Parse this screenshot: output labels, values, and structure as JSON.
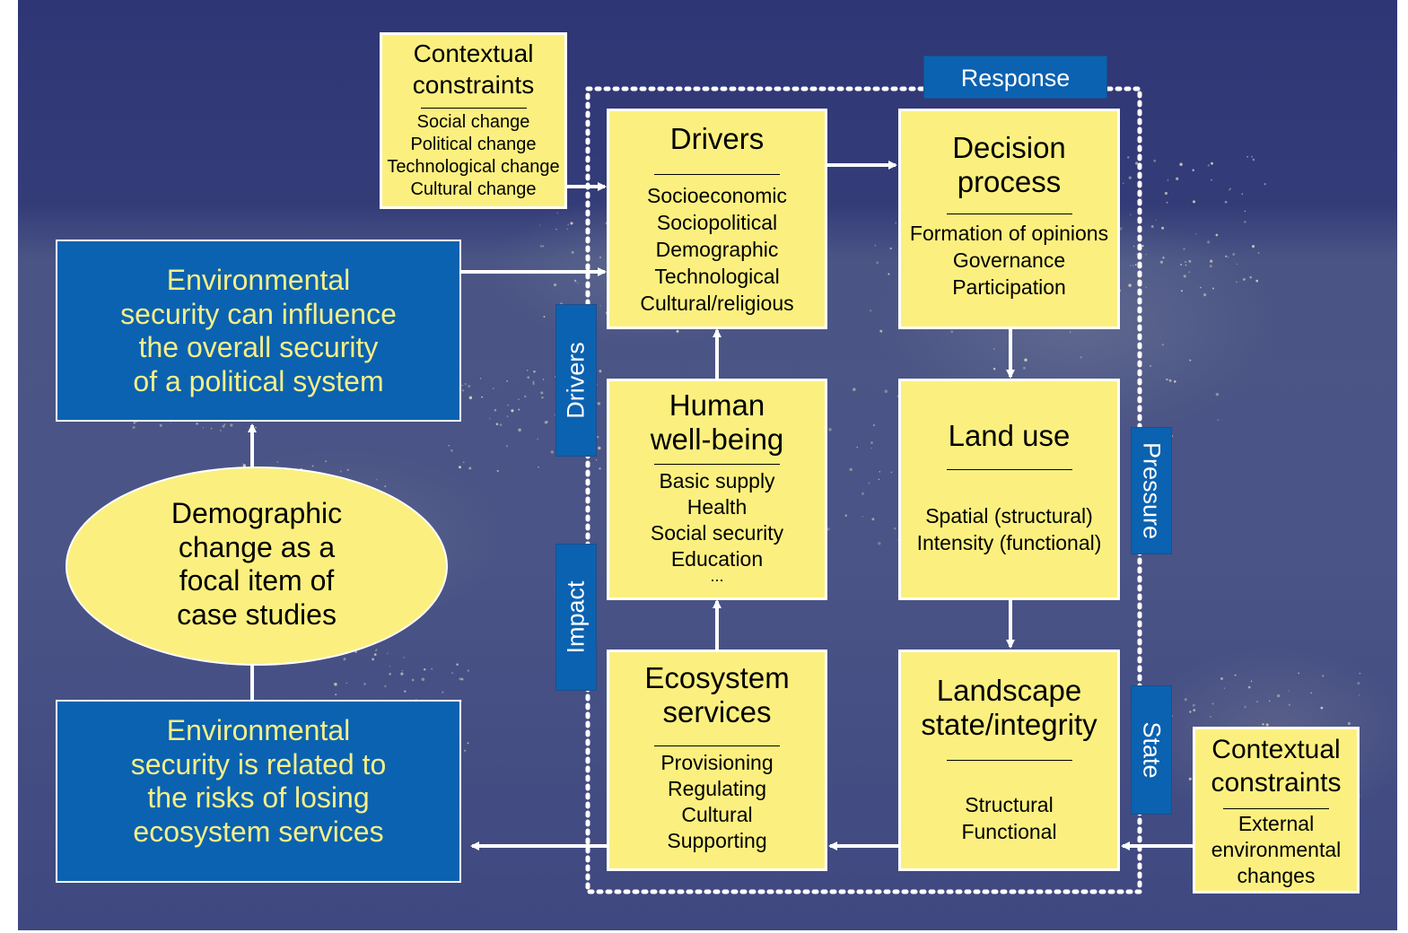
{
  "colors": {
    "yellow": "#fbf07f",
    "blue": "#0b62b0",
    "text_yellow": "#f5ef88",
    "background": "#343c78",
    "arrow": "#ffffff"
  },
  "background_image": "earth-at-night-map",
  "tags": {
    "response": "Response",
    "drivers": "Drivers",
    "impact": "Impact",
    "pressure": "Pressure",
    "state": "State"
  },
  "contextual_top": {
    "title_1": "Contextual",
    "title_2": "constraints",
    "items": [
      "Social change",
      "Political change",
      "Technological change",
      "Cultural change"
    ]
  },
  "contextual_bottom": {
    "title_1": "Contextual",
    "title_2": "constraints",
    "items": [
      "External",
      "environmental",
      "changes"
    ]
  },
  "boxes": {
    "drivers": {
      "title": "Drivers",
      "items": [
        "Socioeconomic",
        "Sociopolitical",
        "Demographic",
        "Technological",
        "Cultural/religious"
      ]
    },
    "decision": {
      "title_1": "Decision",
      "title_2": "process",
      "items": [
        "Formation of opinions",
        "Governance",
        "Participation"
      ]
    },
    "wellbeing": {
      "title_1": "Human",
      "title_2": "well-being",
      "items": [
        "Basic supply",
        "Health",
        "Social security",
        "Education",
        "..."
      ]
    },
    "landuse": {
      "title": "Land use",
      "items": [
        "Spatial (structural)",
        "Intensity (functional)"
      ]
    },
    "ecosystem": {
      "title_1": "Ecosystem",
      "title_2": "services",
      "items": [
        "Provisioning",
        "Regulating",
        "Cultural",
        "Supporting"
      ]
    },
    "landscape": {
      "title_1": "Landscape",
      "title_2": "state/integrity",
      "items": [
        "Structural",
        "Functional"
      ]
    }
  },
  "env_influence": [
    "Environmental",
    "security can influence",
    "the overall security",
    "of a political system"
  ],
  "env_related": [
    "Environmental",
    "security is related to",
    "the risks of losing",
    "ecosystem services"
  ],
  "focal": [
    "Demographic",
    "change as a",
    "focal item of",
    "case studies"
  ]
}
